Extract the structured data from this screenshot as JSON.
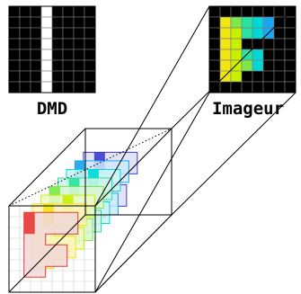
{
  "labels": {
    "dmd": "DMD",
    "imager": "Imageur"
  },
  "dmd": {
    "cols": 8,
    "rows": 8,
    "on_column": 3,
    "on_color": "#ffffff",
    "off_color": "#000000",
    "grid_color": "#7a7a7a"
  },
  "imager": {
    "cols": 8,
    "rows": 8,
    "background": "#000000",
    "grid_color": "#7a7a7a",
    "letter": "F",
    "colors": [
      "#f1e516",
      "#c8f000",
      "#7ce84d",
      "#27e3a0",
      "#00d8d8",
      "#1aa6f0"
    ]
  },
  "spectral_layers": [
    {
      "color": "#e53935",
      "fill": "#f1d7d7"
    },
    {
      "color": "#f1e516",
      "fill": "#fbf5b8"
    },
    {
      "color": "#c8f000",
      "fill": "#eef9c4"
    },
    {
      "color": "#7ce84d",
      "fill": "#def7d2"
    },
    {
      "color": "#27e3a0",
      "fill": "#cff5e8"
    },
    {
      "color": "#00d8d8",
      "fill": "#cdf3f3"
    },
    {
      "color": "#1aa6f0",
      "fill": "#cfe9fa"
    },
    {
      "color": "#3b3bd6",
      "fill": "#dedef6"
    }
  ]
}
